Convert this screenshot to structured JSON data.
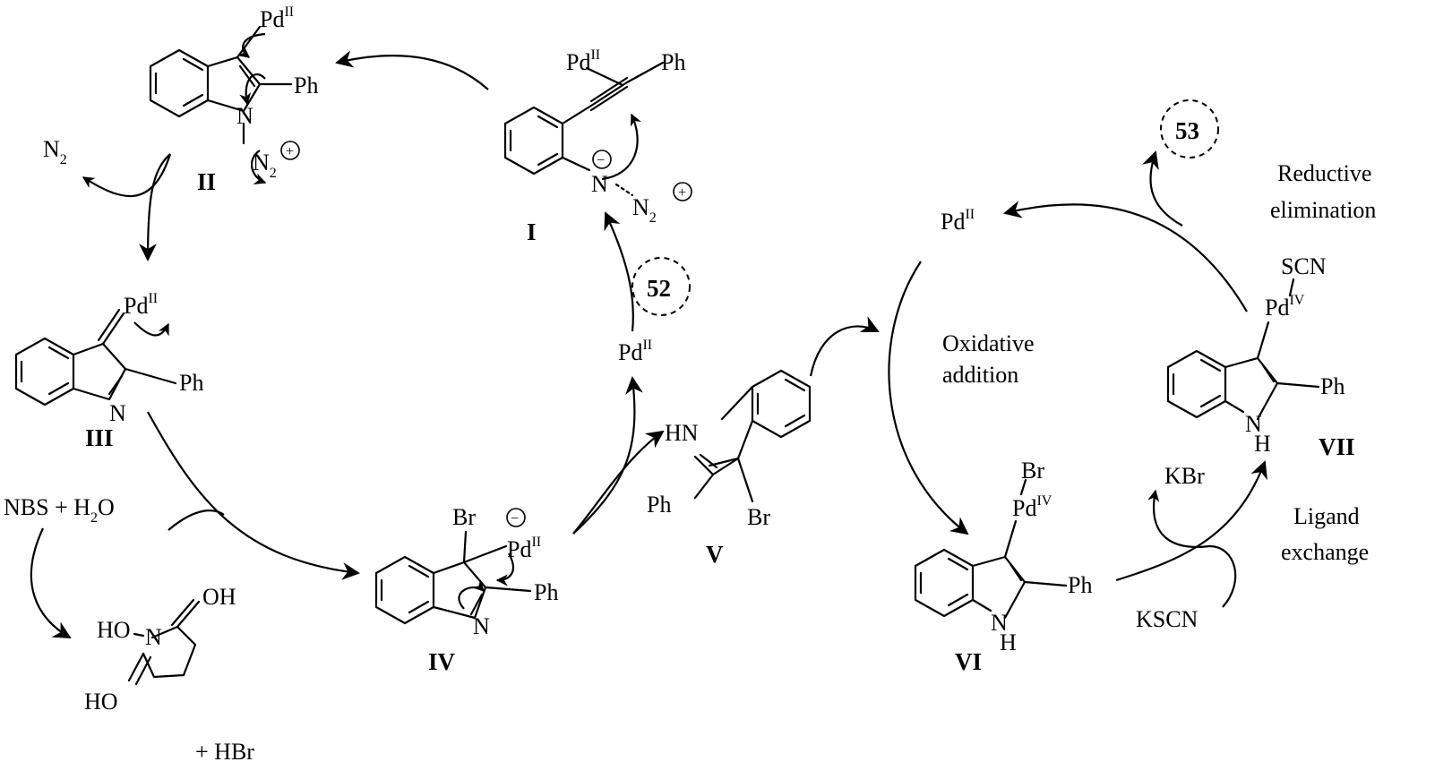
{
  "labels": {
    "pd": "Pd",
    "ox_II": "II",
    "ox_IV": "IV",
    "ph": "Ph",
    "n": "N",
    "n2": "N",
    "n2_sub": "2",
    "br": "Br",
    "hn": "HN",
    "h": "H",
    "scn": "SCN",
    "oh": "OH",
    "ho": "HO",
    "n2_lost": "N",
    "h2o_reagent_a": "NBS + H",
    "h2o_sub": "2",
    "h2o_reagent_b": "O",
    "hbr": "+ HBr",
    "kbr": "KBr",
    "kscn": "KSCN"
  },
  "steps": {
    "reductive_line1": "Reductive",
    "reductive_line2": "elimination",
    "oxidative_line1": "Oxidative",
    "oxidative_line2": "addition",
    "ligand_line1": "Ligand",
    "ligand_line2": "exchange"
  },
  "compounds": {
    "I": "I",
    "II": "II",
    "III": "III",
    "IV": "IV",
    "V": "V",
    "VI": "VI",
    "VII": "VII",
    "c52": "52",
    "c53": "53"
  },
  "charge": {
    "plus": "+",
    "minus": "−"
  }
}
